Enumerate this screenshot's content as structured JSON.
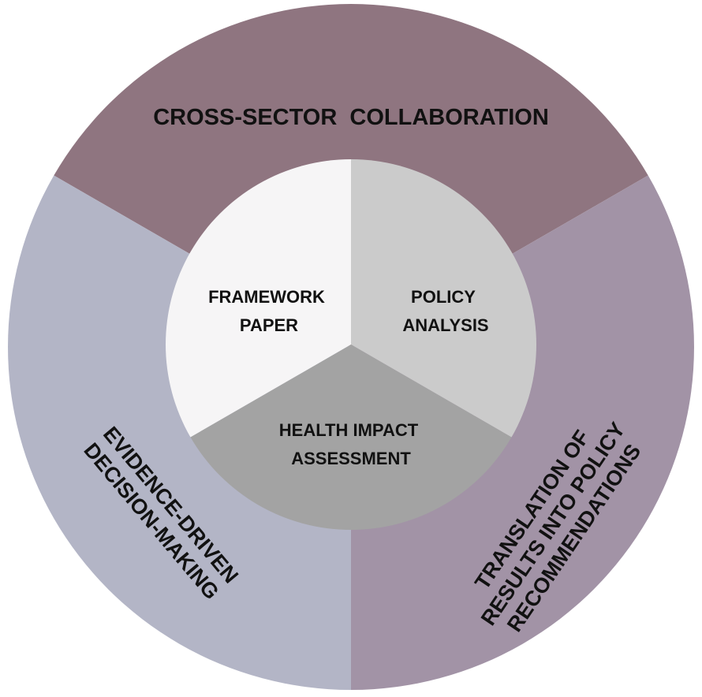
{
  "outer_segments": {
    "top": {
      "label": "CROSS-SECTOR  COLLABORATION",
      "color": "#8f7580"
    },
    "left": {
      "lines": [
        "EVIDENCE-DRIVEN",
        "DECISION-MAKING"
      ],
      "color": "#b3b5c6"
    },
    "right": {
      "lines": [
        "TRANSLATION OF",
        "RESULTS INTO POLICY",
        "RECOMMENDATIONS"
      ],
      "color": "#a293a6"
    }
  },
  "inner_segments": {
    "framework": {
      "lines": [
        "FRAMEWORK",
        "PAPER"
      ],
      "color": "#f6f5f6"
    },
    "policy": {
      "lines": [
        "POLICY",
        "ANALYSIS"
      ],
      "color": "#cbcbcb"
    },
    "hia": {
      "lines": [
        "HEALTH IMPACT",
        "ASSESSMENT"
      ],
      "color": "#a3a3a3"
    }
  }
}
